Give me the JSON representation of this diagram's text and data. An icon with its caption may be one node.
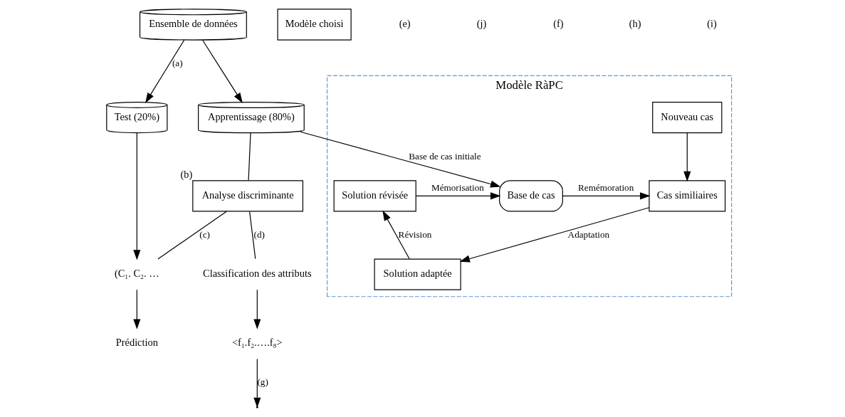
{
  "diagram": {
    "nodes": [
      {
        "text": [
          "Ensemble de données"
        ]
      },
      {
        "text": [
          "Test (20%)"
        ]
      },
      {
        "text": [
          "Apprentissage (80%)"
        ]
      },
      {
        "text": [
          "Modèle choisi"
        ]
      },
      {
        "text": [
          "Analyse discriminante"
        ],
        "beside": [
          "(b)"
        ]
      },
      {
        "text": [
          "(C₁. C₂. …"
        ]
      },
      {
        "text": [
          "Classification des attributs"
        ]
      },
      {
        "text": [
          "Prédiction"
        ]
      },
      {
        "text": [
          "<f₁.f₂.….f₈>"
        ]
      },
      {
        "text": [
          "Modèle RàPC"
        ]
      },
      {
        "text": [
          "Nouveau cas"
        ],
        "in": 9
      },
      {
        "text": [
          "Solution révisée"
        ],
        "in": 9
      },
      {
        "text": [
          "Base de cas"
        ],
        "in": 9
      },
      {
        "text": [
          "Cas similiaires"
        ],
        "in": 9
      },
      {
        "text": [
          "Solution adaptée"
        ],
        "in": 9
      }
    ],
    "edges": [
      {
        "from": 0,
        "to": 1,
        "arrow": "to",
        "label": "(a)"
      },
      {
        "from": 0,
        "to": 2,
        "arrow": "to"
      },
      {
        "from": 2,
        "to": 4,
        "arrow": "none"
      },
      {
        "from": 4,
        "to": 5,
        "arrow": "none",
        "label": "(c)"
      },
      {
        "from": 4,
        "to": 6,
        "arrow": "none",
        "label": "(d)"
      },
      {
        "from": 5,
        "to": 7,
        "arrow": "to"
      },
      {
        "from": 6,
        "to": 8,
        "arrow": "to"
      },
      {
        "from": 1,
        "to": 5,
        "arrow": "to"
      },
      {
        "from": 8,
        "to": null,
        "arrow": "to",
        "label": "(g)"
      },
      {
        "from": 2,
        "to": 12,
        "arrow": "to",
        "label": "Base de cas initiale"
      },
      {
        "from": 10,
        "to": 13,
        "arrow": "to"
      },
      {
        "from": 11,
        "to": 12,
        "arrow": "to",
        "label": "Mémorisation"
      },
      {
        "from": 12,
        "to": 13,
        "arrow": "to",
        "label": "Remémoration"
      },
      {
        "from": 13,
        "to": 14,
        "arrow": "to",
        "label": "Adaptation"
      },
      {
        "from": 14,
        "to": 11,
        "arrow": "to",
        "label": "Révision"
      }
    ],
    "labels": [
      "(e)",
      "(j)",
      "(f)",
      "(h)",
      "(i)"
    ]
  }
}
